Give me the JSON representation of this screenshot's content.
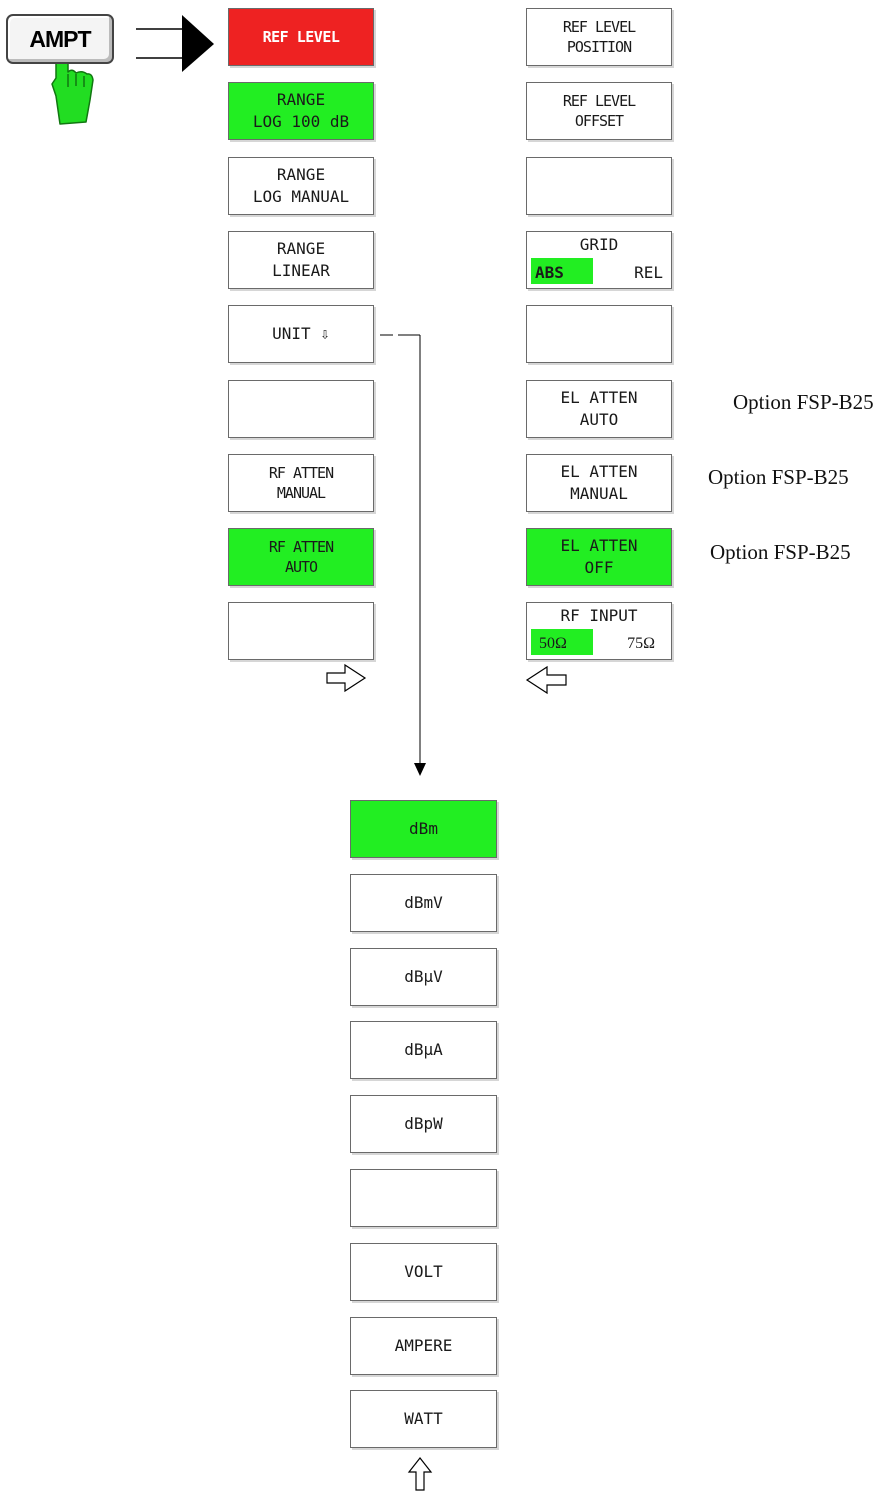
{
  "hardkey": {
    "label": "AMPT",
    "icon": "pointing-hand-icon"
  },
  "menu_main": [
    {
      "id": "ref-level",
      "lines": [
        "REF LEVEL"
      ],
      "state": "active-red"
    },
    {
      "id": "range-log-100",
      "lines": [
        "RANGE",
        "LOG 100 dB"
      ],
      "state": "selected"
    },
    {
      "id": "range-log-manual",
      "lines": [
        "RANGE",
        "LOG MANUAL"
      ],
      "state": "normal"
    },
    {
      "id": "range-linear",
      "lines": [
        "RANGE",
        "LINEAR"
      ],
      "state": "normal"
    },
    {
      "id": "unit",
      "lines": [
        "UNIT ⇩"
      ],
      "state": "normal",
      "submenu": true
    },
    {
      "id": "blank-1",
      "lines": [],
      "state": "normal"
    },
    {
      "id": "rf-atten-manual",
      "lines": [
        "RF ATTEN",
        "MANUAL"
      ],
      "state": "normal"
    },
    {
      "id": "rf-atten-auto",
      "lines": [
        "RF ATTEN",
        "AUTO"
      ],
      "state": "selected"
    },
    {
      "id": "blank-2",
      "lines": [],
      "state": "normal"
    }
  ],
  "menu_side": [
    {
      "id": "ref-level-position",
      "lines": [
        "REF LEVEL",
        "POSITION"
      ],
      "state": "normal"
    },
    {
      "id": "ref-level-offset",
      "lines": [
        "REF LEVEL",
        "OFFSET"
      ],
      "state": "normal"
    },
    {
      "id": "blank-3",
      "lines": [],
      "state": "normal"
    },
    {
      "id": "grid",
      "title": "GRID",
      "options": [
        "ABS",
        "REL"
      ],
      "selected": 0,
      "state": "toggle"
    },
    {
      "id": "blank-4",
      "lines": [],
      "state": "normal"
    },
    {
      "id": "el-atten-auto",
      "lines": [
        "EL ATTEN",
        "AUTO"
      ],
      "state": "normal",
      "note": "Option FSP-B25"
    },
    {
      "id": "el-atten-manual",
      "lines": [
        "EL ATTEN",
        "MANUAL"
      ],
      "state": "normal",
      "note": "Option FSP-B25"
    },
    {
      "id": "el-atten-off",
      "lines": [
        "EL ATTEN",
        "OFF"
      ],
      "state": "selected",
      "note": "Option FSP-B25"
    },
    {
      "id": "rf-input",
      "title": "RF INPUT",
      "options": [
        "50Ω",
        "75Ω"
      ],
      "selected": 0,
      "state": "toggle-serif"
    }
  ],
  "menu_unit": [
    {
      "id": "dbm",
      "label": "dBm",
      "state": "selected"
    },
    {
      "id": "dbmv",
      "label": "dBmV",
      "state": "normal"
    },
    {
      "id": "dbuv",
      "label": "dBµV",
      "state": "normal"
    },
    {
      "id": "dbua",
      "label": "dBµA",
      "state": "normal"
    },
    {
      "id": "dbpw",
      "label": "dBpW",
      "state": "normal"
    },
    {
      "id": "blank-5",
      "label": "",
      "state": "normal"
    },
    {
      "id": "volt",
      "label": "VOLT",
      "state": "normal"
    },
    {
      "id": "ampere",
      "label": "AMPERE",
      "state": "normal"
    },
    {
      "id": "watt",
      "label": "WATT",
      "state": "normal"
    }
  ],
  "navigation": {
    "main_next_icon": "arrow-right-outline-icon",
    "side_back_icon": "arrow-left-outline-icon",
    "unit_back_icon": "arrow-up-outline-icon"
  },
  "colors": {
    "selected": "#22ee22",
    "active": "#ee2222",
    "border": "#6a6a6a",
    "connector": "#000000"
  }
}
